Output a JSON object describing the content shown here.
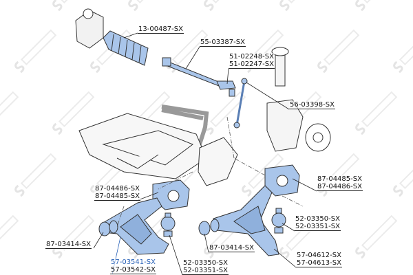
{
  "watermark": "STELLOX",
  "colors": {
    "highlight": "#a9c5ea",
    "highlight_text": "#2a62b8",
    "outline": "#333333"
  },
  "labels": {
    "steering_boot": [
      "13-00487-SX"
    ],
    "tie_rod": [
      "55-03387-SX"
    ],
    "tie_rod_end": [
      "51-02248-SX",
      "51-02247-SX"
    ],
    "stabilizer_link": [
      "56-03398-SX"
    ],
    "left_bushing": [
      "87-04486-SX",
      "87-04485-SX"
    ],
    "right_bushing": [
      "87-04485-SX",
      "87-04486-SX"
    ],
    "right_ball_joint": [
      "52-03350-SX",
      "52-03351-SX"
    ],
    "left_front_bushing": [
      "87-03414-SX"
    ],
    "middle_front_bushing": [
      "87-03414-SX"
    ],
    "left_control_arm": [
      "57-03541-SX",
      "57-03542-SX"
    ],
    "left_ball_joint": [
      "52-03350-SX",
      "52-03351-SX"
    ],
    "right_control_arm": [
      "57-04612-SX",
      "57-04613-SX"
    ]
  }
}
